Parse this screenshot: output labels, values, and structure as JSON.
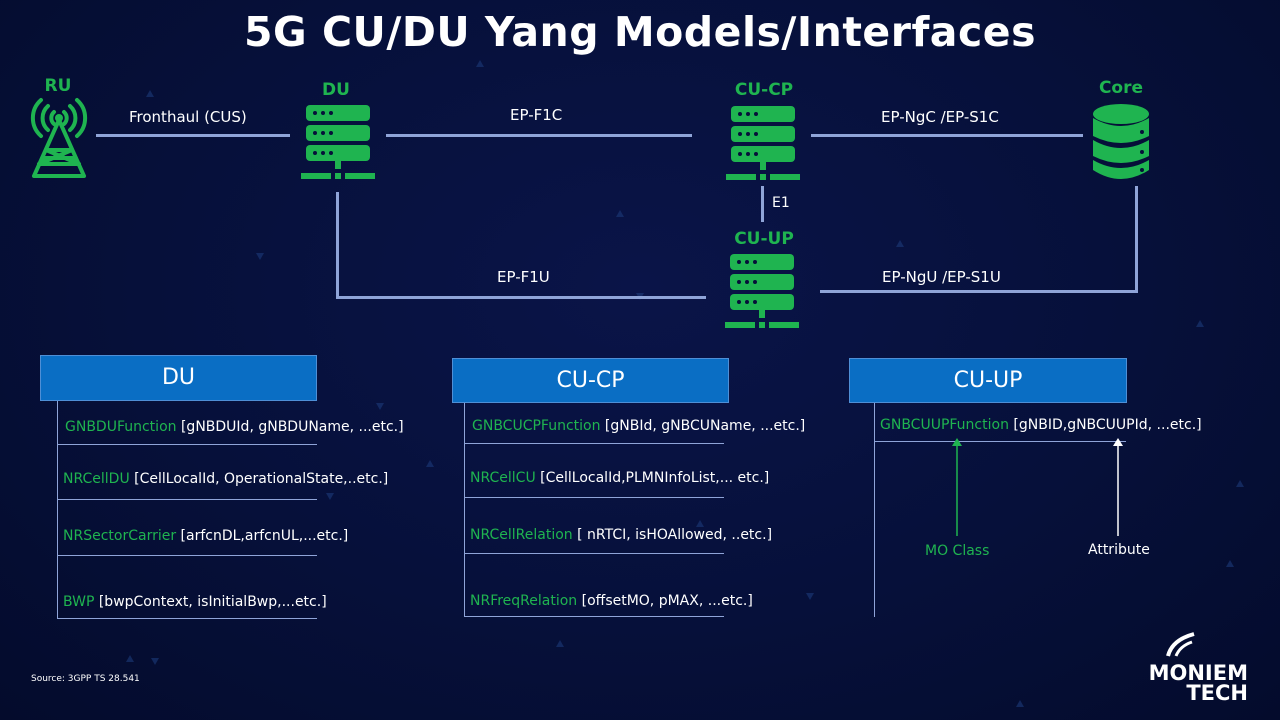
{
  "title": "5G CU/DU Yang Models/Interfaces",
  "colors": {
    "background": "#06103a",
    "accent_green": "#1fb450",
    "link_line": "#8fa4d8",
    "header_blue": "#0a6ec4",
    "text": "#ffffff"
  },
  "topology": {
    "nodes": {
      "ru": {
        "label": "RU",
        "icon": "cell-tower-icon"
      },
      "du": {
        "label": "DU",
        "icon": "server-icon"
      },
      "cucp": {
        "label": "CU-CP",
        "icon": "server-icon"
      },
      "cuup": {
        "label": "CU-UP",
        "icon": "server-icon"
      },
      "core": {
        "label": "Core",
        "icon": "database-icon"
      }
    },
    "links": {
      "fronthaul": "Fronthaul (CUS)",
      "f1c": "EP-F1C",
      "ngc": "EP-NgC /EP-S1C",
      "e1": "E1",
      "f1u": "EP-F1U",
      "ngu": "EP-NgU /EP-S1U"
    }
  },
  "mo_tables": {
    "du": {
      "header": "DU",
      "rows": [
        {
          "mo": "GNBDUFunction",
          "attrs": "[gNBDUId, gNBDUName, ...etc.]"
        },
        {
          "mo": "NRCellDU",
          "attrs": "[CellLocalId, OperationalState,..etc.]"
        },
        {
          "mo": "NRSectorCarrier",
          "attrs": "[arfcnDL,arfcnUL,...etc.]"
        },
        {
          "mo": "BWP",
          "attrs": "[bwpContext, isInitialBwp,...etc.]"
        }
      ]
    },
    "cucp": {
      "header": "CU-CP",
      "rows": [
        {
          "mo": "GNBCUCPFunction",
          "attrs": "[gNBId, gNBCUName, ...etc.]"
        },
        {
          "mo": "NRCellCU",
          "attrs": "[CellLocalId,PLMNInfoList,... etc.]"
        },
        {
          "mo": "NRCellRelation",
          "attrs": "[ nRTCI, isHOAllowed, ..etc.]"
        },
        {
          "mo": "NRFreqRelation",
          "attrs": "[offsetMO, pMAX, ...etc.]"
        }
      ]
    },
    "cuup": {
      "header": "CU-UP",
      "rows": [
        {
          "mo": "GNBCUUPFunction",
          "attrs": "[gNBID,gNBCUUPId, ...etc.]"
        }
      ],
      "legend": {
        "mo_class": "MO Class",
        "attribute": "Attribute"
      }
    }
  },
  "footer": {
    "source": "Source: 3GPP TS 28.541",
    "logo_line1": "MONIEM",
    "logo_line2": "TECH"
  }
}
